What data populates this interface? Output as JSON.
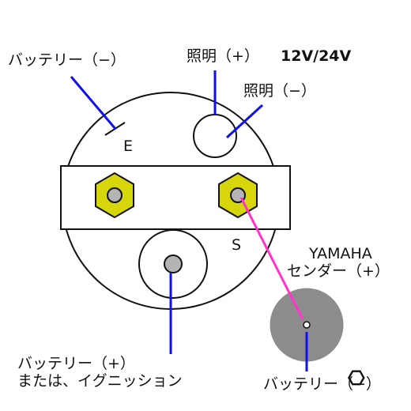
{
  "labels": {
    "battery_minus_top": "バッテリー（−）",
    "light_plus": "照明（+）",
    "voltage": "12V/24V",
    "light_minus": "照明（−）",
    "terminal_e": "E",
    "terminal_s": "S",
    "sender_brand": "YAMAHA",
    "sender_plus": "センダー（+）",
    "battery_plus_line1": "バッテリー（+）",
    "battery_plus_line2": "または、イグニッション",
    "battery_minus_bottom": "バッテリー（−）"
  },
  "colors": {
    "wire_blue": "#1010ee",
    "wire_pink": "#ff33cc",
    "hex_nut_fill": "#d6d60a",
    "stud_grey": "#b4b4b4",
    "sender_grey": "#8c8c8c",
    "outline": "#111111"
  }
}
